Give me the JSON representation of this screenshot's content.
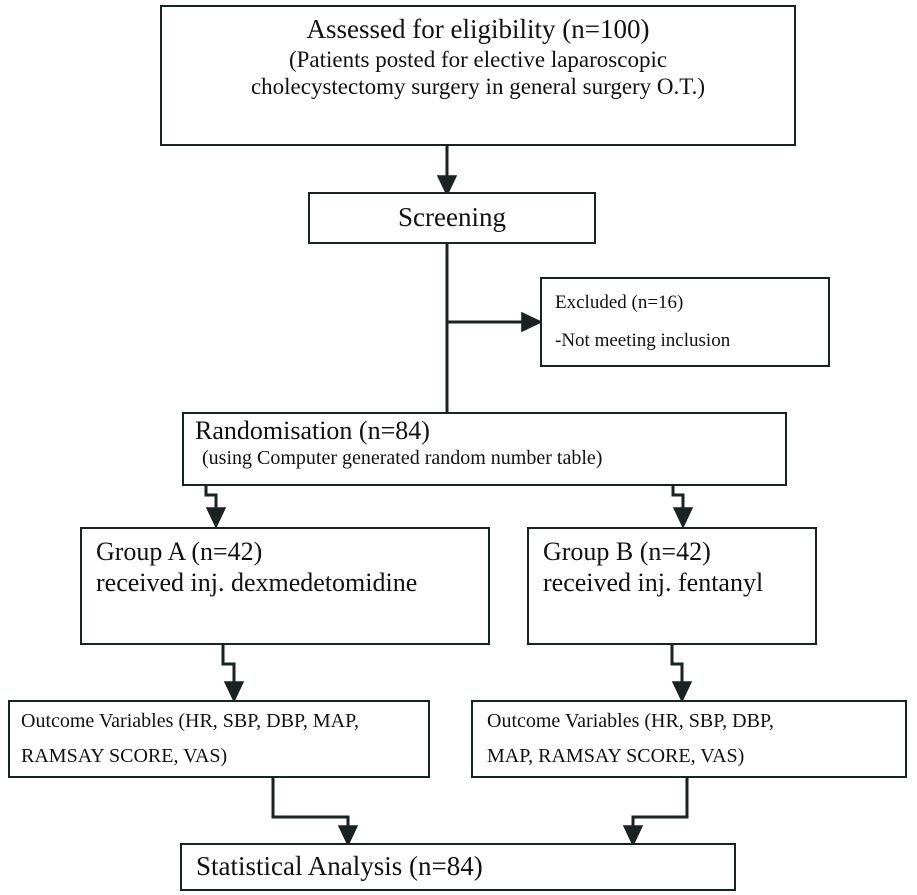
{
  "diagram": {
    "title": "CONSORT participant flow diagram",
    "stroke_color": "#1b2222",
    "background_color": "#ffffff",
    "nodes": {
      "assessed": {
        "line1": "Assessed for eligibility (n=100)",
        "line2": "(Patients posted for elective laparoscopic",
        "line3": "cholecystectomy surgery in general surgery O.T.)"
      },
      "screening": {
        "line1": "Screening"
      },
      "excluded": {
        "line1": "Excluded (n=16)",
        "line2": "-Not meeting inclusion"
      },
      "randomisation": {
        "line1": "Randomisation (n=84)",
        "line2": "(using Computer generated random number table)"
      },
      "group_a": {
        "line1": "Group A (n=42)",
        "line2": "received inj. dexmedetomidine"
      },
      "group_b": {
        "line1": "Group B (n=42)",
        "line2": "received inj. fentanyl"
      },
      "outcome_a": {
        "line1": "Outcome Variables (HR, SBP, DBP, MAP,",
        "line2": "RAMSAY SCORE, VAS)"
      },
      "outcome_b": {
        "line1": "Outcome Variables (HR, SBP, DBP,",
        "line2": "MAP, RAMSAY SCORE, VAS)"
      },
      "statistical": {
        "line1": "Statistical Analysis (n=84)"
      }
    },
    "connectors": [
      {
        "name": "assessed-to-screening",
        "from": "assessed",
        "to": "screening"
      },
      {
        "name": "screening-to-excluded",
        "from": "screening",
        "to": "excluded"
      },
      {
        "name": "screening-to-randomisation",
        "from": "screening",
        "to": "randomisation"
      },
      {
        "name": "randomisation-to-group-a",
        "from": "randomisation",
        "to": "group_a"
      },
      {
        "name": "randomisation-to-group-b",
        "from": "randomisation",
        "to": "group_b"
      },
      {
        "name": "group-a-to-outcome-a",
        "from": "group_a",
        "to": "outcome_a"
      },
      {
        "name": "group-b-to-outcome-b",
        "from": "group_b",
        "to": "outcome_b"
      },
      {
        "name": "outcome-a-to-statistical",
        "from": "outcome_a",
        "to": "statistical"
      },
      {
        "name": "outcome-b-to-statistical",
        "from": "outcome_b",
        "to": "statistical"
      }
    ]
  }
}
